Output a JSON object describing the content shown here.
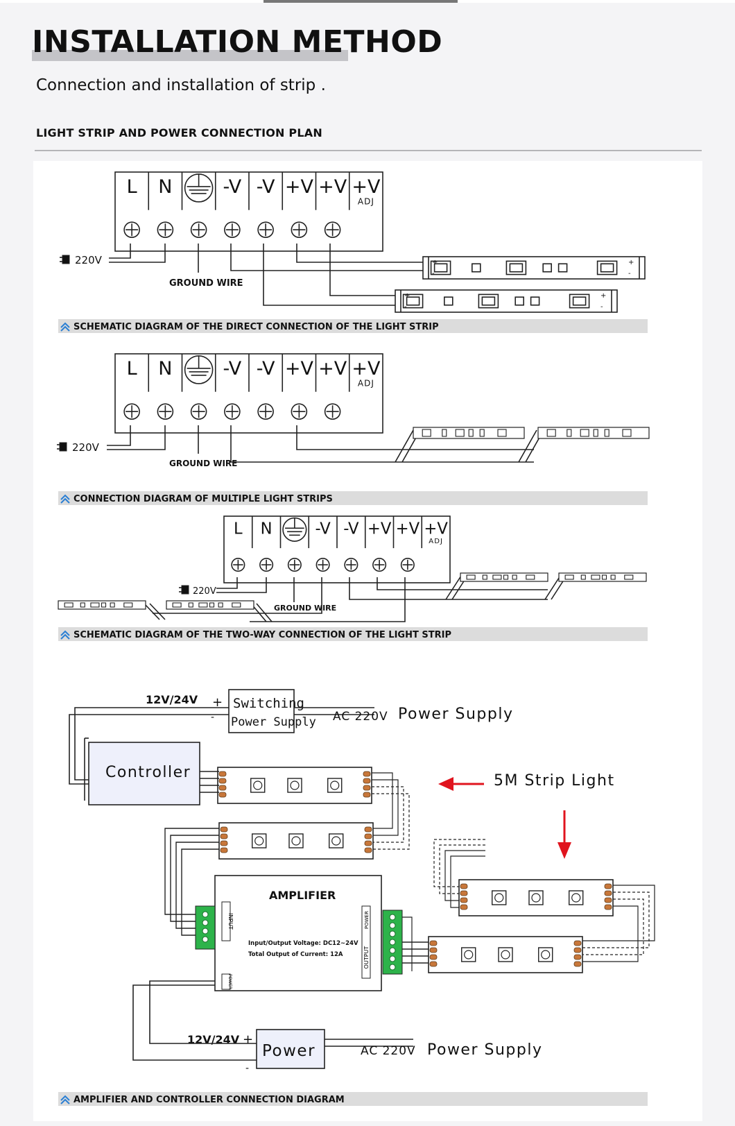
{
  "header": {
    "title": "INSTALLATION METHOD",
    "subtitle": "Connection and installation of strip ."
  },
  "section": {
    "title": "LIGHT STRIP AND POWER CONNECTION PLAN"
  },
  "terminal_labels": [
    "L",
    "N",
    "-V",
    "-V",
    "+V",
    "+V",
    "+V"
  ],
  "adj_label": "ADJ",
  "voltage_label": "220V",
  "ground_wire_label": "GROUND WIRE",
  "captions": {
    "direct": "SCHEMATIC DIAGRAM OF THE DIRECT CONNECTION OF THE LIGHT STRIP",
    "multiple": "CONNECTION DIAGRAM OF MULTIPLE LIGHT STRIPS",
    "two_way": "SCHEMATIC DIAGRAM OF THE TWO-WAY CONNECTION OF THE LIGHT STRIP",
    "amplifier": "AMPLIFIER AND CONTROLLER CONNECTION DIAGRAM"
  },
  "strip_terminals": {
    "plus": "+",
    "minus": "-"
  },
  "amplifier_diagram": {
    "voltage_top": "12V/24V",
    "plus": "+",
    "minus": "-",
    "switching_line1": "Switching",
    "switching_line2": "Power Supply",
    "ac_prefix": "AC 220V",
    "power_supply": "Power Supply",
    "controller": "Controller",
    "strip_light": "5M Strip Light",
    "amplifier_title": "AMPLIFIER",
    "spec_voltage": "Input/Output Voltage: DC12~24V",
    "spec_current": "Total Output of Current: 12A",
    "input_label": "INPUT",
    "output_label": "OUTPUT",
    "power_small": "POWER",
    "voltage_bottom": "12V/24V",
    "power_box": "Power"
  },
  "colors": {
    "caption_bg": "#dcdcdc",
    "caption_icon": "#2a7fd4",
    "arrow_red": "#e0141e",
    "terminal_green": "#2db34a",
    "box_fill": "#eef0fb",
    "strip_pad": "#c8773a"
  }
}
